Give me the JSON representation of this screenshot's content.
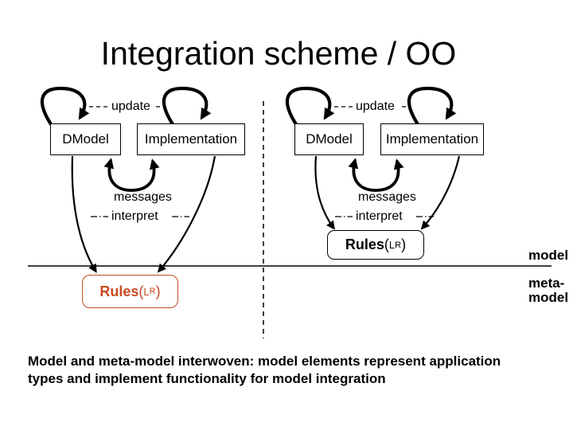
{
  "title": "Integration scheme / OO",
  "diagram": {
    "left": {
      "update_label": "update",
      "dmodel_label": "DModel",
      "implementation_label": "Implementation",
      "messages_label": "messages",
      "interpret_label": "interpret",
      "rules": {
        "name": "Rules",
        "open": "(",
        "lang": "L",
        "sub": "R",
        "close": ")"
      }
    },
    "right": {
      "update_label": "update",
      "dmodel_label": "DModel",
      "implementation_label": "Implementation",
      "messages_label": "messages",
      "interpret_label": "interpret",
      "rules": {
        "name": "Rules",
        "open": "(",
        "lang": "L",
        "sub": "R",
        "close": ")"
      }
    },
    "region_labels": {
      "model": "model",
      "meta_line1": "meta-",
      "meta_line2": "model"
    }
  },
  "colors": {
    "rules_accent": "#c84a20",
    "line": "#000000"
  },
  "caption": "Model and meta-model interwoven: model elements represent application types and implement functionality for model integration"
}
